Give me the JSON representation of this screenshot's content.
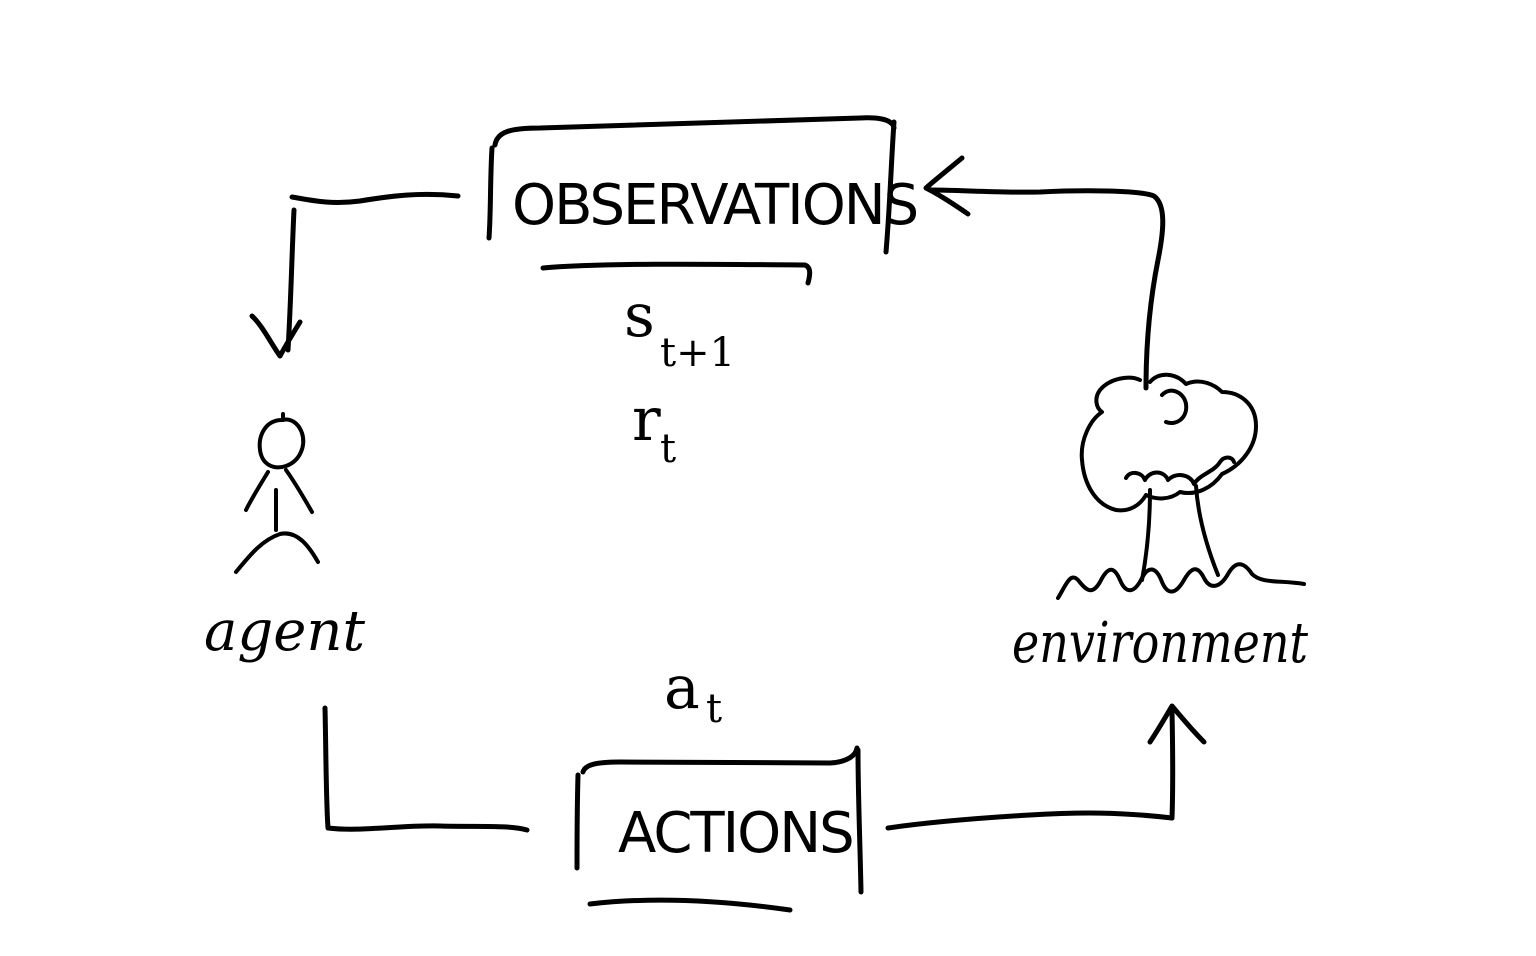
{
  "diagram": {
    "observations_box": {
      "label": "OBSERVATIONS"
    },
    "actions_box": {
      "label": "ACTIONS"
    },
    "agent": {
      "label": "agent"
    },
    "environment": {
      "label": "environment"
    },
    "variables": {
      "next_state": {
        "main": "s",
        "sub": "t+1"
      },
      "reward": {
        "main": "r",
        "sub": "t"
      },
      "action": {
        "main": "a",
        "sub": "t"
      }
    },
    "ink_color": "#000000",
    "background_color": "#ffffff",
    "icons": [
      "stick-figure-icon",
      "tree-icon"
    ]
  }
}
